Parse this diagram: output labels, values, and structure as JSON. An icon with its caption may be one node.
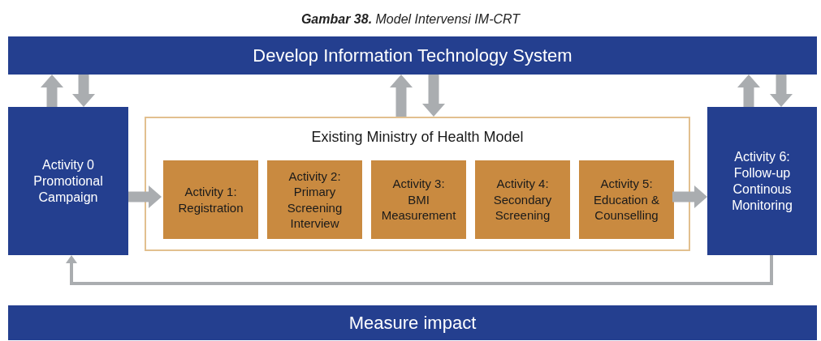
{
  "diagram": {
    "title": "**Gambar 38.** Model Intervensi IM-CRT",
    "nodes": [
      {
        "text": [
          "Develop Information Technology System"
        ]
      },
      {
        "text": [
          "Activity 0 Promotional Campaign"
        ]
      },
      {
        "text": [
          "Existing Ministry of Health Model"
        ]
      },
      {
        "text": [
          "Activity 1: Registration"
        ],
        "in": 2
      },
      {
        "text": [
          "Activity 2: Primary Screening Interview"
        ],
        "in": 2
      },
      {
        "text": [
          "Activity 3: BMI Measurement"
        ],
        "in": 2
      },
      {
        "text": [
          "Activity 4: Secondary Screening"
        ],
        "in": 2
      },
      {
        "text": [
          "Activity 5: Education & Counselling"
        ],
        "in": 2
      },
      {
        "text": [
          "Activity 6: Follow-up Continous Monitoring"
        ]
      },
      {
        "text": [
          "Measure impact"
        ]
      }
    ],
    "edges": [
      {
        "from": 1,
        "to": 0,
        "arrow": "to"
      },
      {
        "from": 0,
        "to": 1,
        "arrow": "to"
      },
      {
        "from": 2,
        "to": 0,
        "arrow": "to"
      },
      {
        "from": 0,
        "to": 2,
        "arrow": "to"
      },
      {
        "from": 8,
        "to": 0,
        "arrow": "to"
      },
      {
        "from": 0,
        "to": 8,
        "arrow": "to"
      },
      {
        "from": 1,
        "to": 3,
        "arrow": "to"
      },
      {
        "from": 7,
        "to": 8,
        "arrow": "to"
      },
      {
        "from": 8,
        "to": 1,
        "arrow": "to"
      }
    ]
  }
}
